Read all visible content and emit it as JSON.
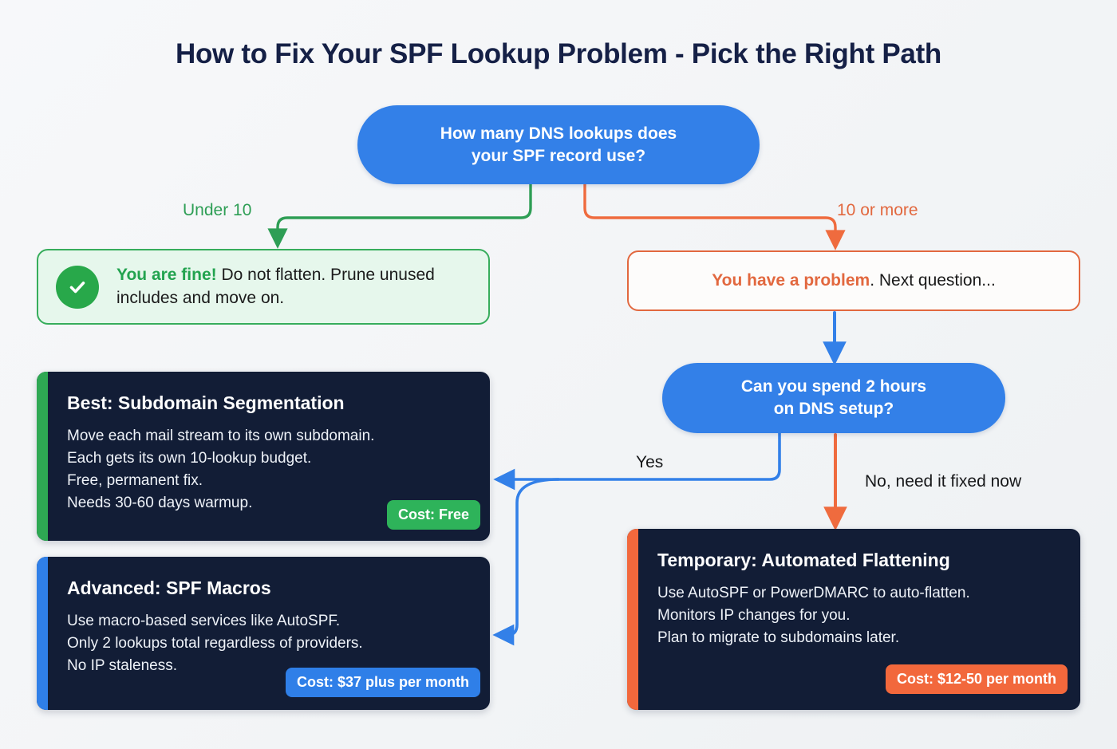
{
  "page": {
    "title": "How to Fix Your SPF Lookup Problem - Pick the Right Path",
    "background": "#f4f6f8"
  },
  "colors": {
    "blue": "#3380e8",
    "green": "#2ea853",
    "orange": "#f2683c",
    "dark_card": "#121d36",
    "title_navy": "#152046"
  },
  "nodes": {
    "decision_lookups": {
      "type": "decision",
      "text": "How many DNS lookups does\nyour SPF record use?",
      "color": "#3380e8"
    },
    "decision_hours": {
      "type": "decision",
      "text": "Can you spend 2 hours\non DNS setup?",
      "color": "#3380e8"
    },
    "outcome_fine": {
      "type": "callout",
      "icon": "check-circle-icon",
      "highlight": "You are fine!",
      "rest": " Do not flatten. Prune unused includes and move on.",
      "color": "#22a34f"
    },
    "outcome_problem": {
      "type": "callout",
      "highlight": "You have a problem",
      "rest": ". Next question...",
      "color": "#e2683f"
    }
  },
  "cards": {
    "subdomain": {
      "title": "Best: Subdomain Segmentation",
      "lines": "Move each mail stream to its own subdomain.\nEach gets its own 10-lookup budget.\nFree, permanent fix.\nNeeds 30-60 days warmup.",
      "badge": "Cost: Free",
      "accent": "#2ea853"
    },
    "macros": {
      "title": "Advanced: SPF Macros",
      "lines": "Use macro-based services like AutoSPF.\nOnly 2 lookups total regardless of providers.\nNo IP staleness.",
      "badge": "Cost: $37 plus per month",
      "accent": "#2f7fe8"
    },
    "flatten": {
      "title": "Temporary: Automated Flattening",
      "lines": "Use AutoSPF or PowerDMARC to auto-flatten.\nMonitors IP changes for you.\nPlan to migrate to subdomains later.",
      "badge": "Cost: $12-50 per month",
      "accent": "#f2683c"
    }
  },
  "edges": {
    "under_10": {
      "label": "Under 10",
      "color": "#2e9e55",
      "from": "decision_lookups",
      "to": "outcome_fine"
    },
    "ten_or_more": {
      "label": "10 or more",
      "color": "#e2683f",
      "from": "decision_lookups",
      "to": "outcome_problem"
    },
    "problem_to_hours": {
      "label": "",
      "color": "#3380e8",
      "from": "outcome_problem",
      "to": "decision_hours"
    },
    "yes": {
      "label": "Yes",
      "color": "#3380e8",
      "from": "decision_hours",
      "to": "subdomain, macros"
    },
    "no": {
      "label": "No, need it fixed now",
      "color": "#f2683c",
      "from": "decision_hours",
      "to": "flatten"
    }
  }
}
